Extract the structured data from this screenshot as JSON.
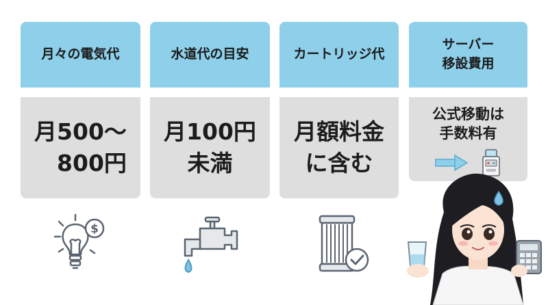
{
  "cards": [
    {
      "header": [
        "月々の電気代"
      ],
      "body": [
        "月500～",
        "　800円"
      ]
    },
    {
      "header": [
        "水道代の目安"
      ],
      "body": [
        "月100円",
        "未満"
      ]
    },
    {
      "header": [
        "カートリッジ代"
      ],
      "body": [
        "月額料金",
        "に含む"
      ]
    },
    {
      "header": [
        "サーバー",
        "移設費用"
      ],
      "body": [
        "公式移動は",
        "手数料有"
      ]
    }
  ],
  "icons": {
    "card1": "lightbulb-dollar-icon",
    "card2": "faucet-drop-icon",
    "card3": "water-filter-check-icon",
    "card4": [
      "arrow-right-icon",
      "water-server-icon"
    ],
    "character": "girl-with-water-and-calculator"
  },
  "colors": {
    "header_bg": "#8ecfe9",
    "body_bg": "#dedede",
    "icon_stroke": "#5a6470",
    "accent_blue": "#6fb6dc"
  }
}
